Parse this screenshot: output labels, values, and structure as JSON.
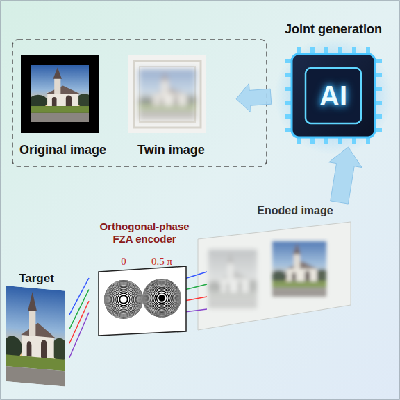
{
  "diagram": {
    "nodes": [
      {
        "text": [
          "Original image"
        ]
      },
      {
        "text": [
          "Twin image"
        ]
      },
      {
        "text": [
          "Joint generation",
          "AI"
        ]
      },
      {
        "text": [
          "Enoded image"
        ]
      },
      {
        "text": [
          "Orthogonal-phase FZA encoder",
          "0",
          "0.5 π"
        ]
      },
      {
        "text": [
          "Target"
        ]
      }
    ],
    "edges": [
      {
        "from": 3,
        "to": 2,
        "arrow": "to"
      },
      {
        "from": 2,
        "to": 1,
        "arrow": "to"
      },
      {
        "from": 5,
        "to": 4,
        "arrow": "none"
      }
    ]
  }
}
